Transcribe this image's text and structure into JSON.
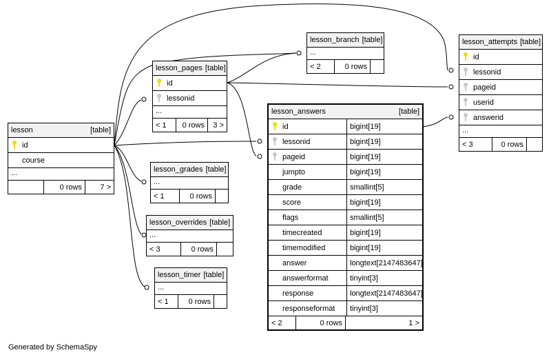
{
  "footer": "Generated by SchemaSpy",
  "tables": {
    "lesson": {
      "name": "lesson",
      "kind": "[table]",
      "columns": [
        {
          "name": "id",
          "key": "pk"
        },
        {
          "name": "course",
          "key": ""
        }
      ],
      "dots": "...",
      "footer": [
        "",
        "0 rows",
        "7 >"
      ]
    },
    "lesson_pages": {
      "name": "lesson_pages",
      "kind": "[table]",
      "columns": [
        {
          "name": "id",
          "key": "pk"
        },
        {
          "name": "lessonid",
          "key": "fk"
        }
      ],
      "dots": "...",
      "footer": [
        "< 1",
        "0 rows",
        "3 >"
      ]
    },
    "lesson_branch": {
      "name": "lesson_branch",
      "kind": "[table]",
      "dots": "...",
      "footer": [
        "< 2",
        "0 rows",
        ""
      ]
    },
    "lesson_attempts": {
      "name": "lesson_attempts",
      "kind": "[table]",
      "columns": [
        {
          "name": "id",
          "key": "pk"
        },
        {
          "name": "lessonid",
          "key": "fk"
        },
        {
          "name": "pageid",
          "key": "fk"
        },
        {
          "name": "userid",
          "key": "fk"
        },
        {
          "name": "answerid",
          "key": "fk"
        }
      ],
      "dots": "...",
      "footer": [
        "< 3",
        "0 rows",
        ""
      ]
    },
    "lesson_grades": {
      "name": "lesson_grades",
      "kind": "[table]",
      "dots": "...",
      "footer": [
        "< 1",
        "0 rows",
        ""
      ]
    },
    "lesson_overrides": {
      "name": "lesson_overrides",
      "kind": "[table]",
      "dots": "...",
      "footer": [
        "< 3",
        "0 rows",
        ""
      ]
    },
    "lesson_timer": {
      "name": "lesson_timer",
      "kind": "[table]",
      "dots": "...",
      "footer": [
        "< 1",
        "0 rows",
        ""
      ]
    },
    "lesson_answers": {
      "name": "lesson_answers",
      "kind": "[table]",
      "columns": [
        {
          "name": "id",
          "type": "bigint[19]",
          "key": "pk"
        },
        {
          "name": "lessonid",
          "type": "bigint[19]",
          "key": "fk"
        },
        {
          "name": "pageid",
          "type": "bigint[19]",
          "key": "fk"
        },
        {
          "name": "jumpto",
          "type": "bigint[19]",
          "key": ""
        },
        {
          "name": "grade",
          "type": "smallint[5]",
          "key": ""
        },
        {
          "name": "score",
          "type": "bigint[19]",
          "key": ""
        },
        {
          "name": "flags",
          "type": "smallint[5]",
          "key": ""
        },
        {
          "name": "timecreated",
          "type": "bigint[19]",
          "key": ""
        },
        {
          "name": "timemodified",
          "type": "bigint[19]",
          "key": ""
        },
        {
          "name": "answer",
          "type": "longtext[2147483647]",
          "key": ""
        },
        {
          "name": "answerformat",
          "type": "tinyint[3]",
          "key": ""
        },
        {
          "name": "response",
          "type": "longtext[2147483647]",
          "key": ""
        },
        {
          "name": "responseformat",
          "type": "tinyint[3]",
          "key": ""
        }
      ],
      "footer": [
        "< 2",
        "0 rows",
        "1 >"
      ]
    }
  }
}
